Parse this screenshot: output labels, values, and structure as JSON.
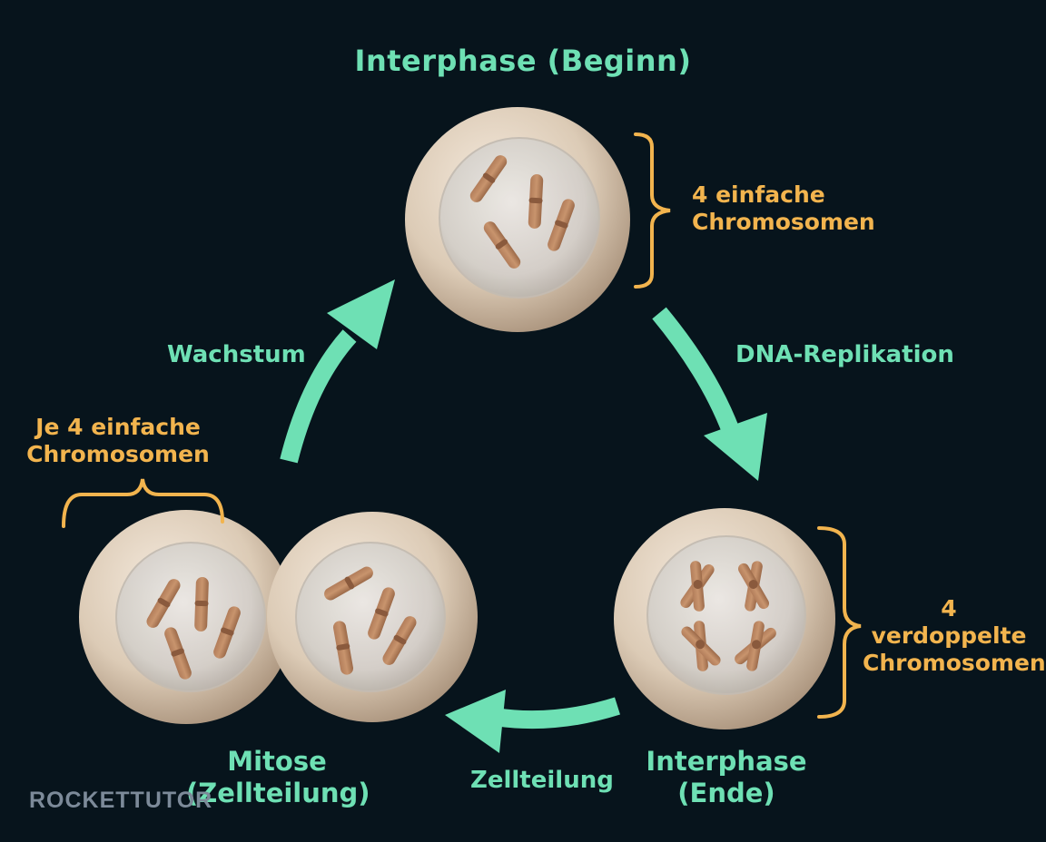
{
  "title": "Interphase (Beginn)",
  "stages": {
    "top_note": "4 einfache\nChromosomen",
    "right_label": "Interphase\n(Ende)",
    "right_note": "4 verdoppelte\nChromosomen",
    "left_label": "Mitose\n(Zellteilung)",
    "left_note": "Je 4 einfache\nChromosomen"
  },
  "transitions": {
    "replication": "DNA-Replikation",
    "division": "Zellteilung",
    "growth": "Wachstum"
  },
  "branding": {
    "logo": "ROCKETTUTOR"
  },
  "colors": {
    "background": "#07141c",
    "arrow": "#6ee0b4",
    "label": "#6ee0b4",
    "bracket": "#f2b44e"
  }
}
